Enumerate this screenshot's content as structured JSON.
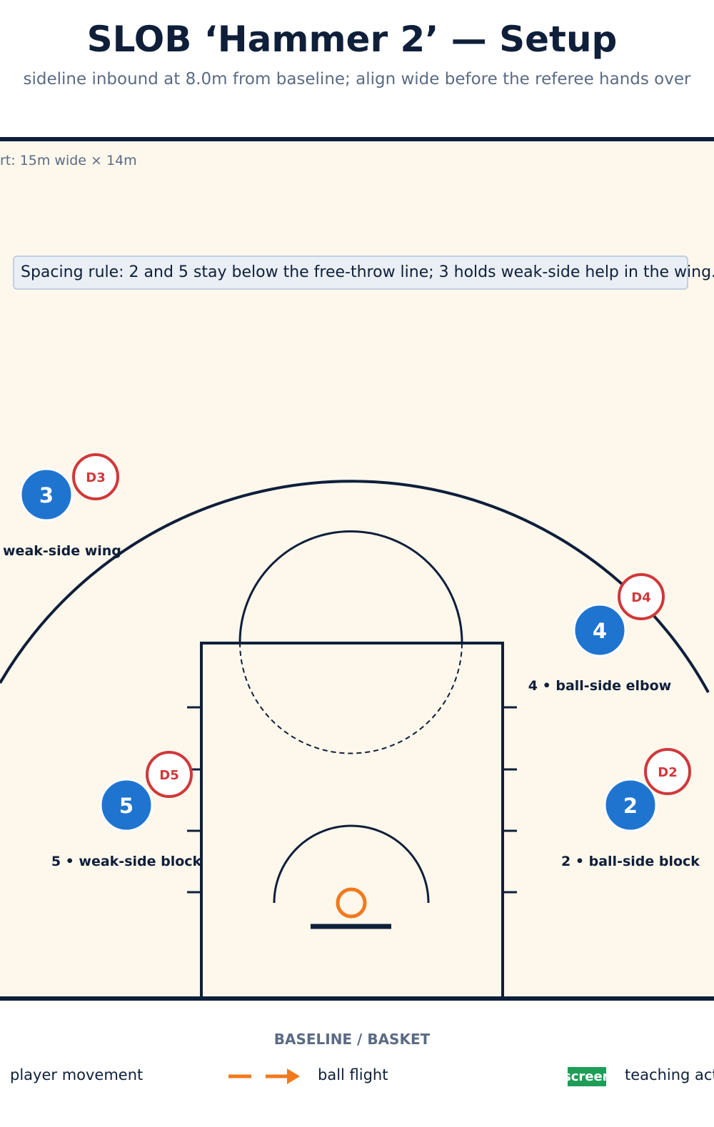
{
  "header": {
    "title": "SLOB ‘Hammer 2’ — Setup",
    "subtitle": "sideline inbound at 8.0m from baseline; align wide before the referee hands over"
  },
  "court": {
    "dims_note": "rt: 15m wide × 14m",
    "spacing_rule": "Spacing rule: 2 and 5 stay below the free-throw line; 3 holds weak-side help in the wing.",
    "baseline_label": "BASELINE / BASKET"
  },
  "players": [
    {
      "number": "3",
      "label": "weak-side wing"
    },
    {
      "number": "4",
      "label": "4 • ball-side elbow"
    },
    {
      "number": "5",
      "label": "5 • weak-side block"
    },
    {
      "number": "2",
      "label": "2 • ball-side block"
    }
  ],
  "defenders": [
    {
      "label": "D3"
    },
    {
      "label": "D4"
    },
    {
      "label": "D5"
    },
    {
      "label": "D2"
    }
  ],
  "legend": {
    "movement": "player movement",
    "ball": "ball flight",
    "screen_chip": "screen",
    "teaching": "teaching act"
  },
  "colors": {
    "court_bg": "#fdf7ec",
    "lines": "#0f1f3a",
    "offense": "#1f74d0",
    "defense": "#d0383a",
    "ball": "#f07a1e",
    "screen": "#1f9d57"
  }
}
